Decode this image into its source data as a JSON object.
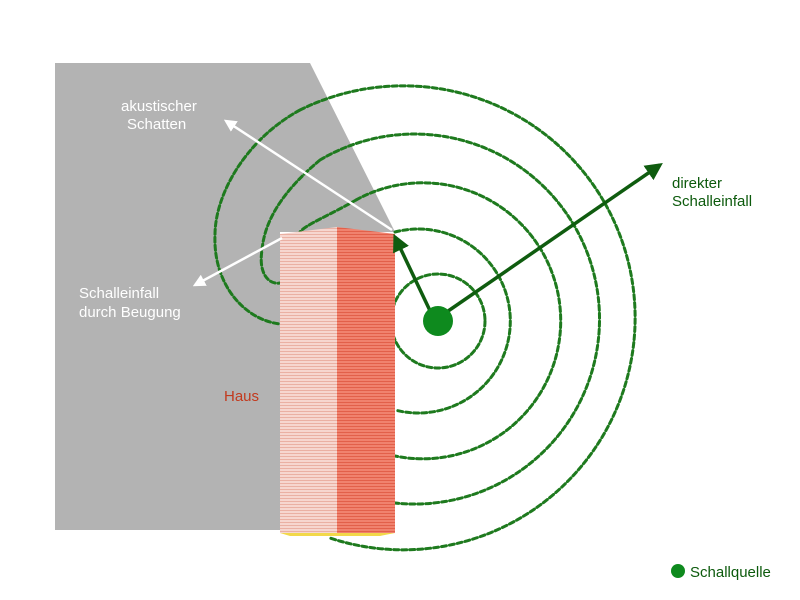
{
  "labels": {
    "shadow_line1": "akustischer",
    "shadow_line2": "Schatten",
    "direct_line1": "direkter",
    "direct_line2": "Schalleinfall",
    "diffraction_line1": "Schalleinfall",
    "diffraction_line2": "durch Beugung",
    "house": "Haus",
    "legend": "Schallquelle"
  },
  "colors": {
    "shadow": "#b3b3b3",
    "wave": "#1e7a1e",
    "arrow_green": "#0f5c0f",
    "arrow_white": "#ffffff",
    "source": "#0e8a1e",
    "house_left": "#f3c9c0",
    "house_right": "#ee7a66",
    "house_base": "#f2d84a",
    "house_text": "#c23a1e",
    "label_green": "#0c5a0c"
  }
}
